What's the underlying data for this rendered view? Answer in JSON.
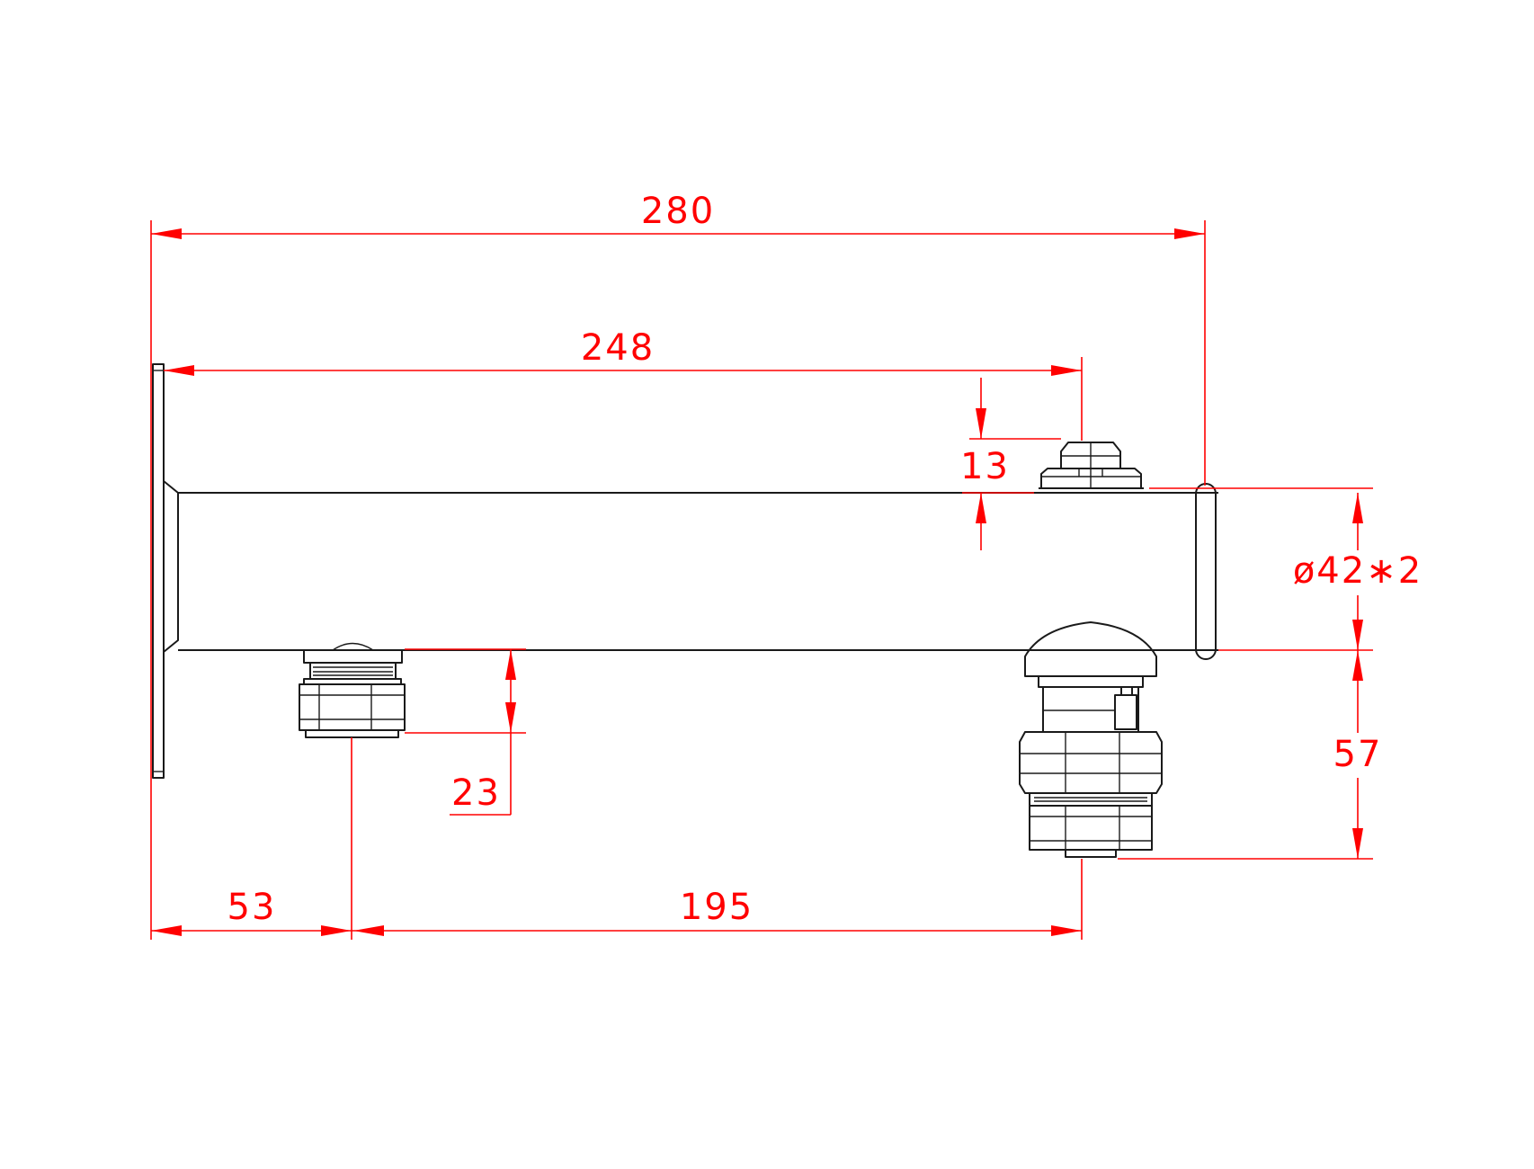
{
  "dimensions": {
    "overall_length": "280",
    "outlet_position": "248",
    "top_fitting_height": "13",
    "pipe_diameter": "ø42∗2",
    "bottom_fitting_height": "57",
    "left_fitting_height": "23",
    "left_offset": "53",
    "fitting_spacing": "195"
  },
  "colors": {
    "dimension": "#ff0000",
    "outline": "#1a1a1a",
    "background": "#ffffff"
  }
}
